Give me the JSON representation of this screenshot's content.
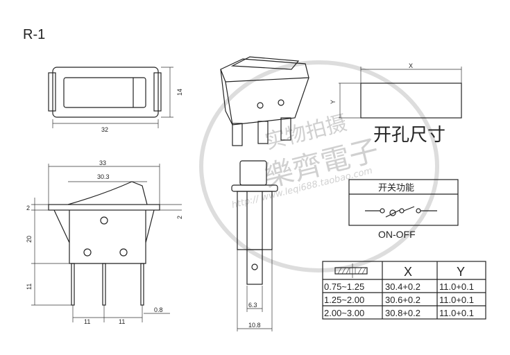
{
  "model": "R-1",
  "front_view": {
    "width": "32",
    "height": "14"
  },
  "side_view": {
    "overall_width": "33",
    "rocker_width": "30.3",
    "flange": "2",
    "body_height": "20",
    "pin_length": "11",
    "pin_pitch_1": "11",
    "pin_pitch_2": "11",
    "pin_thickness": "0.8",
    "flange_right": "2"
  },
  "end_view": {
    "terminal_width": "6.3",
    "body_depth": "10.8"
  },
  "cutout": {
    "x_label": "X",
    "y_label": "Y",
    "title": "开孔尺寸"
  },
  "function": {
    "header": "开关功能",
    "type": "ON-OFF"
  },
  "table": {
    "headers": [
      "X",
      "Y"
    ],
    "rows": [
      {
        "thickness": "0.75~1.25",
        "x": "30.4+0.2",
        "y": "11.0+0.1"
      },
      {
        "thickness": "1.25~2.00",
        "x": "30.6+0.2",
        "y": "11.0+0.1"
      },
      {
        "thickness": "2.00~3.00",
        "x": "30.8+0.2",
        "y": "11.0+0.1"
      }
    ]
  },
  "watermark": {
    "line1": "实物拍摄",
    "line2": "樂齊電子",
    "url": "http:// www.leqi688.taobao.com"
  }
}
